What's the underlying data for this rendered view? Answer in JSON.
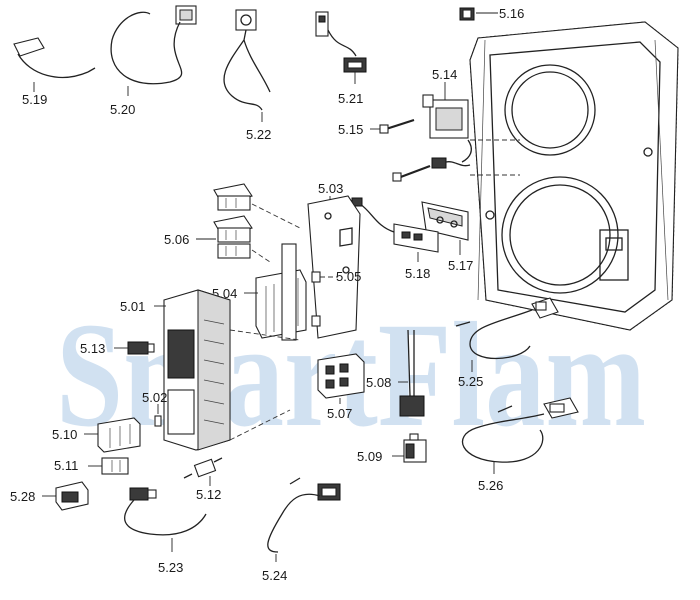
{
  "watermark": "SmartFlam",
  "brand_colors": {
    "watermark": "#c9dcef",
    "line": "#222222"
  },
  "labels": {
    "l5_01": "5.01",
    "l5_02": "5.02",
    "l5_03": "5.03",
    "l5_04": "5.04",
    "l5_05": "5.05",
    "l5_06": "5.06",
    "l5_07": "5.07",
    "l5_08": "5.08",
    "l5_09": "5.09",
    "l5_10": "5.10",
    "l5_11": "5.11",
    "l5_12": "5.12",
    "l5_13": "5.13",
    "l5_14": "5.14",
    "l5_15": "5.15",
    "l5_16": "5.16",
    "l5_17": "5.17",
    "l5_18": "5.18",
    "l5_19": "5.19",
    "l5_20": "5.20",
    "l5_21": "5.21",
    "l5_22": "5.22",
    "l5_23": "5.23",
    "l5_24": "5.24",
    "l5_25": "5.25",
    "l5_26": "5.26",
    "l5_28": "5.28"
  }
}
